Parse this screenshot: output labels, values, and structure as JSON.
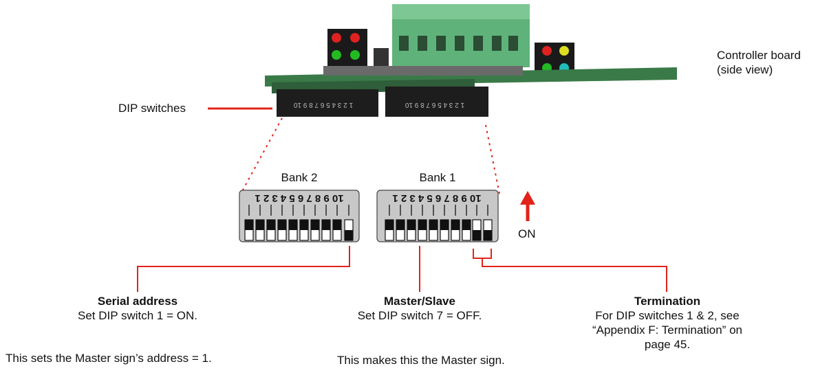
{
  "board_label": {
    "line1": "Controller board",
    "line2": "(side view)"
  },
  "dip_label": "DIP switches",
  "bank2": {
    "title": "Bank 2",
    "digits": "10 9 8 7 6 5 4 3 2 1",
    "on_switches": [
      1
    ]
  },
  "bank1": {
    "title": "Bank 1",
    "digits": "10 9 8 7 6 5 4 3 2 1",
    "on_switches": [
      1,
      2
    ]
  },
  "on_label": "ON",
  "serial": {
    "title": "Serial address",
    "line1": "Set DIP switch 1 = ON.",
    "note": "This sets the Master sign’s address = 1."
  },
  "master": {
    "title": "Master/Slave",
    "line1": "Set DIP switch 7 = OFF.",
    "note": "This makes this the Master sign."
  },
  "termination": {
    "title": "Termination",
    "line1": "For DIP switches 1 & 2, see",
    "line2": "“Appendix F: Termination” on",
    "line3": "page 45."
  },
  "colors": {
    "accent": "#e2231a",
    "pcb": "#2f6b3c",
    "terminal": "#5fb37a",
    "switch_body": "#c8c8c8"
  }
}
